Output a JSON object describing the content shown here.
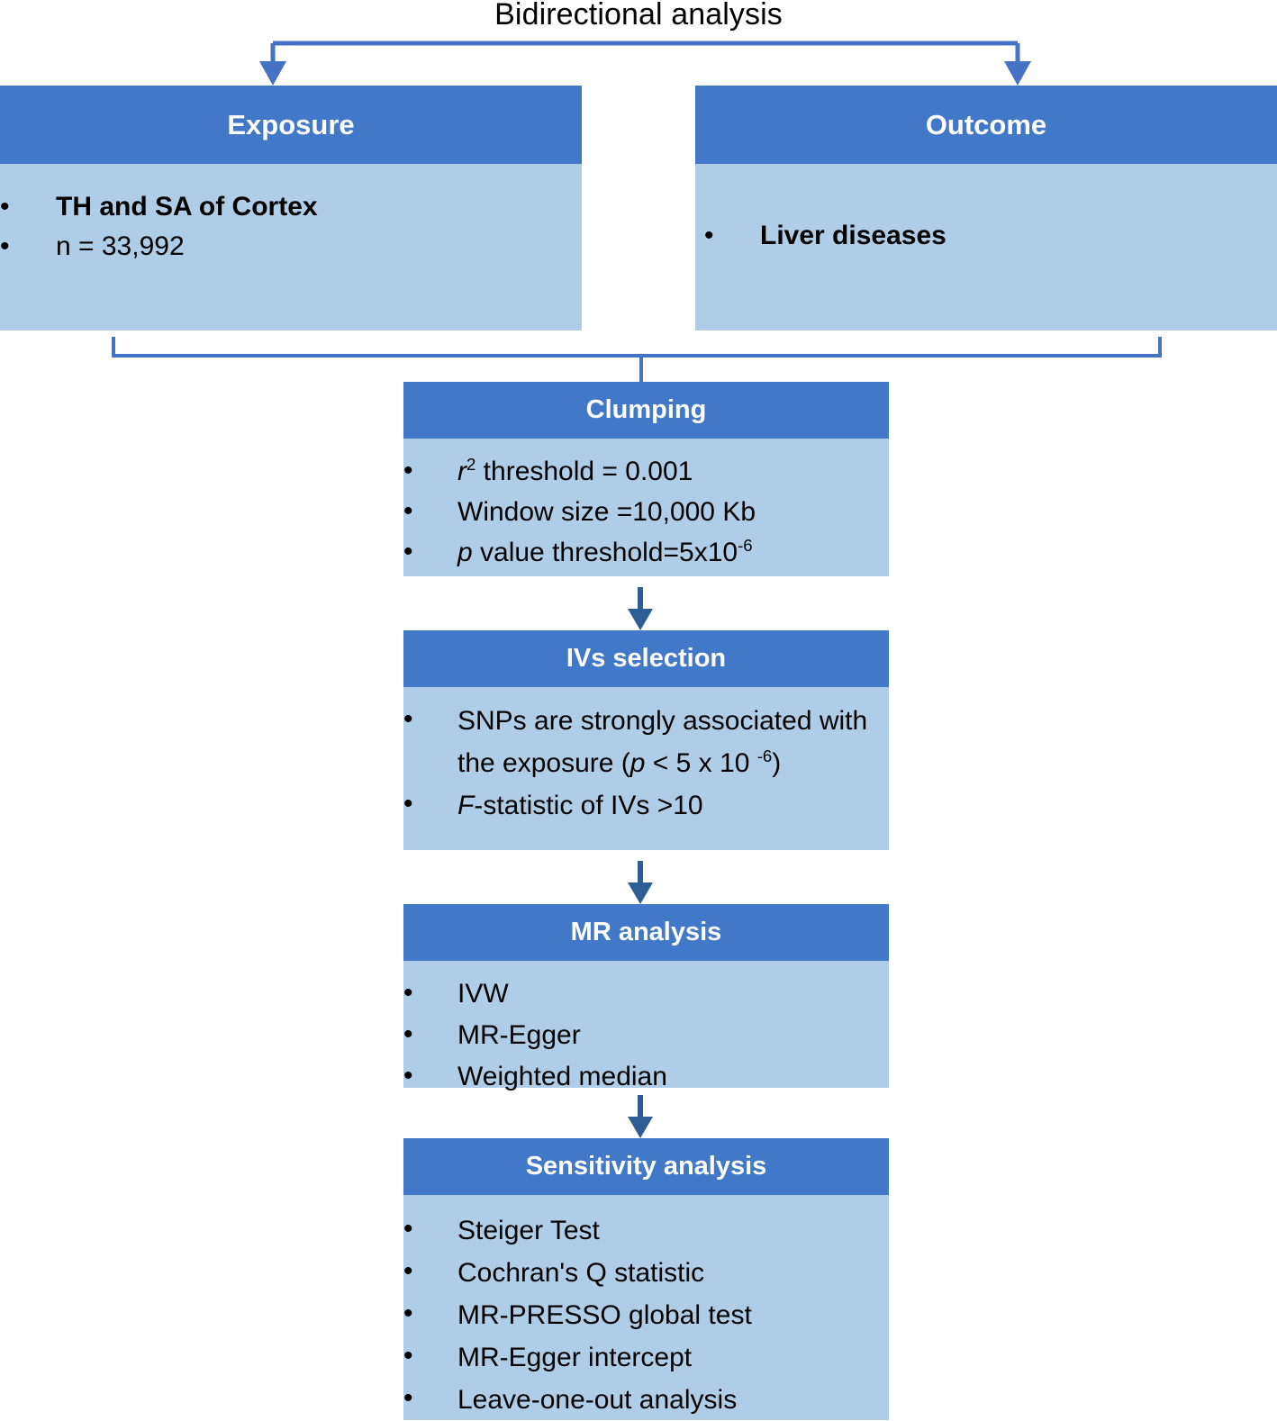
{
  "diagram": {
    "title": "Bidirectional analysis",
    "colors": {
      "header_blue": "#4178C8",
      "body_light_blue": "#B0CDE8",
      "connector_blue": "#4472C4",
      "arrow_blue": "#2E5C95",
      "text_black": "#000000",
      "header_text": "#FFFFFF"
    }
  },
  "exposure": {
    "header": "Exposure",
    "bullets": [
      {
        "marker": "•",
        "text": "TH and SA of Cortex"
      },
      {
        "marker": "•",
        "text": "n = 33,992"
      }
    ]
  },
  "outcome": {
    "header": "Outcome",
    "bullets": [
      {
        "marker": "•",
        "text": "Liver diseases"
      }
    ]
  },
  "clumping": {
    "header": "Clumping",
    "bullets": [
      {
        "marker": "•",
        "text": "r2 threshold = 0.001"
      },
      {
        "marker": "•",
        "text": "Window size =10,000 Kb"
      },
      {
        "marker": "•",
        "text": "p value threshold=5x10-6"
      }
    ]
  },
  "ivs_selection": {
    "header": "IVs selection",
    "bullets": [
      {
        "marker": "•",
        "text": "SNPs are strongly associated with the exposure (p < 5 x 10 -6)"
      },
      {
        "marker": "•",
        "text": "F-statistic of IVs >10"
      }
    ]
  },
  "mr_analysis": {
    "header": "MR analysis",
    "bullets": [
      {
        "marker": "•",
        "text": "IVW"
      },
      {
        "marker": "•",
        "text": "MR-Egger"
      },
      {
        "marker": "•",
        "text": "Weighted median"
      }
    ]
  },
  "sensitivity_analysis": {
    "header": "Sensitivity  analysis",
    "bullets": [
      {
        "marker": "•",
        "text": "Steiger Test"
      },
      {
        "marker": "•",
        "text": "Cochran's Q statistic"
      },
      {
        "marker": "•",
        "text": "MR-PRESSO global test"
      },
      {
        "marker": "•",
        "text": "MR-Egger intercept"
      },
      {
        "marker": "•",
        "text": "Leave-one-out analysis"
      }
    ]
  }
}
